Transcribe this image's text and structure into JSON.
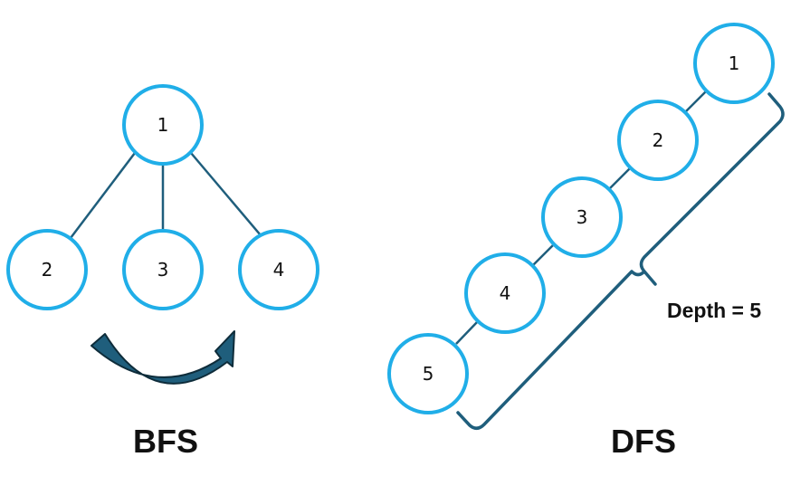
{
  "bfs": {
    "title": "BFS",
    "nodes": [
      {
        "id": "root",
        "label": "1"
      },
      {
        "id": "child-1",
        "label": "2"
      },
      {
        "id": "child-2",
        "label": "3"
      },
      {
        "id": "child-3",
        "label": "4"
      }
    ]
  },
  "dfs": {
    "title": "DFS",
    "depth_label": "Depth = 5",
    "nodes": [
      {
        "id": "level-1",
        "label": "1"
      },
      {
        "id": "level-2",
        "label": "2"
      },
      {
        "id": "level-3",
        "label": "3"
      },
      {
        "id": "level-4",
        "label": "4"
      },
      {
        "id": "level-5",
        "label": "5"
      }
    ]
  },
  "colors": {
    "node_stroke": "#20aee8",
    "edge": "#1f5e7c",
    "arrow": "#1f5e7c",
    "arrow_outline": "#0e2c3a"
  }
}
